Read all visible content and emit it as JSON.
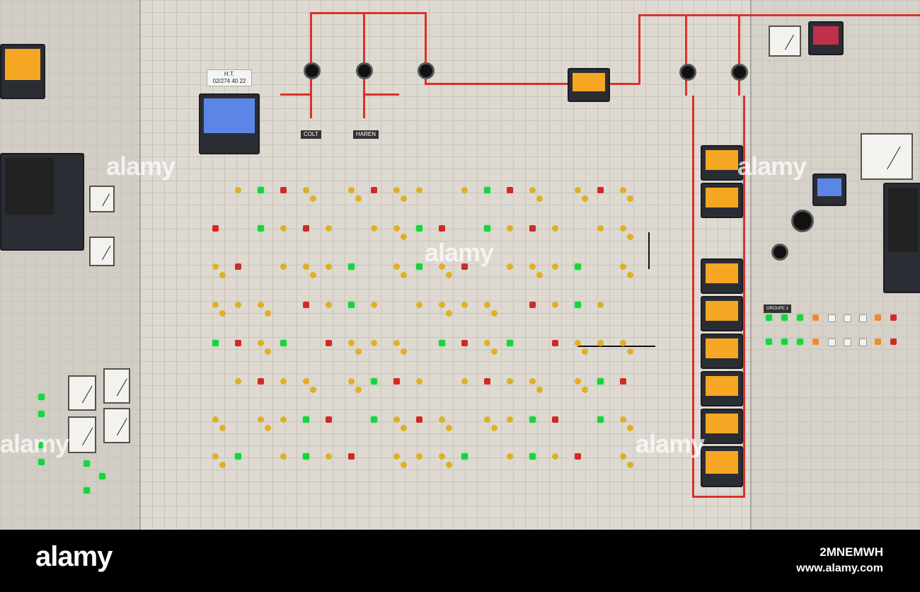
{
  "panel": {
    "ht_label_line1": "H.T.",
    "ht_label_line2": "02/274 40 22",
    "colt_label": "COLT",
    "haren_label": "HAREN",
    "groupe_label": "GROUPE 1"
  },
  "watermark": {
    "text": "alamy"
  },
  "footer": {
    "logo": "alamy",
    "image_code": "2MNEMWH",
    "url": "www.alamy.com"
  }
}
